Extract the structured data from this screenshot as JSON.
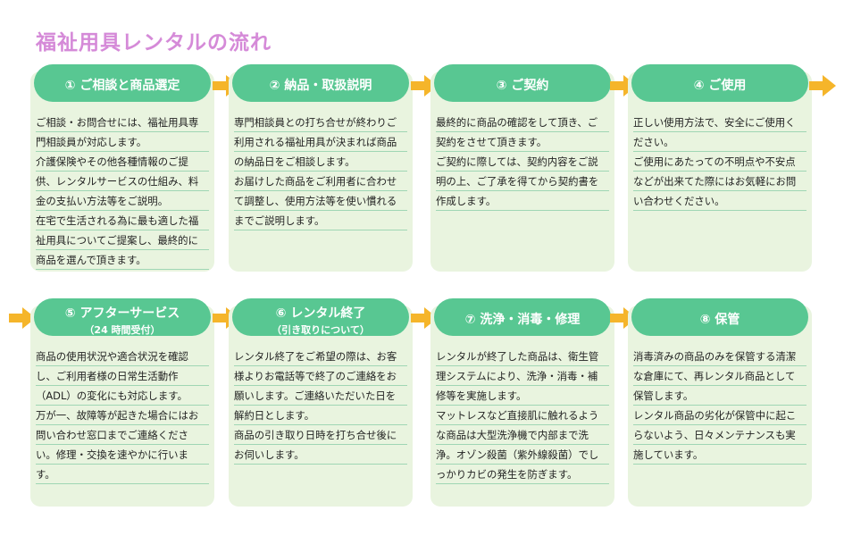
{
  "title": "福祉用具レンタルの流れ",
  "colors": {
    "header": "#58c792",
    "card": "#e9f4df",
    "arrow": "#f5b52a",
    "title": "#d58ad8"
  },
  "steps": [
    {
      "label": "① ご相談と商品選定",
      "sub": "",
      "paragraphs": [
        "ご相談・お問合せには、福祉用具専門相談員が対応します。",
        "介護保険やその他各種情報のご提供、レンタルサービスの仕組み、料金の支払い方法等をご説明。",
        "在宅で生活される為に最も適した福祉用具についてご提案し、最終的に商品を選んで頂きます。"
      ]
    },
    {
      "label": "② 納品・取扱説明",
      "sub": "",
      "paragraphs": [
        "専門相談員との打ち合せが終わりご利用される福祉用具が決まれば商品の納品日をご相談します。",
        "お届けした商品をご利用者に合わせて調整し、使用方法等を使い慣れるまでご説明します。"
      ]
    },
    {
      "label": "③ ご契約",
      "sub": "",
      "paragraphs": [
        "最終的に商品の確認をして頂き、ご契約をさせて頂きます。",
        "ご契約に際しては、契約内容をご説明の上、ご了承を得てから契約書を作成します。"
      ]
    },
    {
      "label": "④ ご使用",
      "sub": "",
      "paragraphs": [
        "正しい使用方法で、安全にご使用ください。",
        "ご使用にあたっての不明点や不安点などが出来てた際にはお気軽にお問い合わせください。"
      ]
    },
    {
      "label": "⑤ アフターサービス",
      "sub": "（24 時間受付）",
      "paragraphs": [
        "商品の使用状況や適合状況を確認し、ご利用者様の日常生活動作（ADL）の変化にも対応します。",
        "万が一、故障等が起きた場合にはお問い合わせ窓口までご連絡ください。修理・交換を速やかに行います。"
      ]
    },
    {
      "label": "⑥ レンタル終了",
      "sub": "（引き取りについて）",
      "paragraphs": [
        "レンタル終了をご希望の際は、お客様よりお電話等で終了のご連絡をお願いします。ご連絡いただいた日を解約日とします。",
        "商品の引き取り日時を打ち合せ後にお伺いします。"
      ]
    },
    {
      "label": "⑦ 洗浄・消毒・修理",
      "sub": "",
      "paragraphs": [
        "レンタルが終了した商品は、衛生管理システムにより、洗浄・消毒・補修等を実施します。",
        "マットレスなど直接肌に触れるような商品は大型洗浄機で内部まで洗浄。オゾン殺菌（紫外線殺菌）でしっかりカビの発生を防ぎます。"
      ]
    },
    {
      "label": "⑧ 保管",
      "sub": "",
      "paragraphs": [
        "消毒済みの商品のみを保管する清潔な倉庫にて、再レンタル商品として保管します。",
        "レンタル商品の劣化が保管中に起こらないよう、日々メンテナンスも実施しています。"
      ]
    }
  ]
}
